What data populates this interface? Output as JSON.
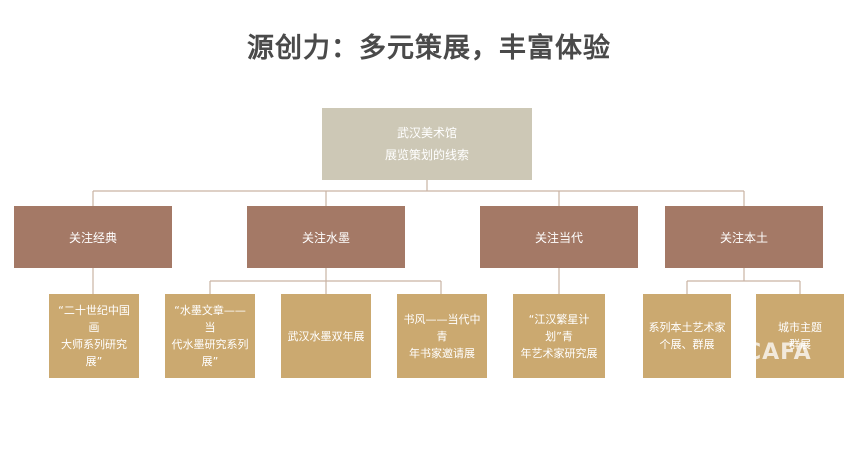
{
  "title": "源创力：多元策展，丰富体验",
  "root": {
    "line1": "武汉美术馆",
    "line2": "展览策划的线索"
  },
  "categories": [
    {
      "label": "关注经典"
    },
    {
      "label": "关注水墨"
    },
    {
      "label": "关注当代"
    },
    {
      "label": "关注本土"
    }
  ],
  "leaves": [
    {
      "line1": "“二十世纪中国画",
      "line2": "大师系列研究展”"
    },
    {
      "line1": "“水墨文章——当",
      "line2": "代水墨研究系列展”"
    },
    {
      "line1": "武汉水墨双年展",
      "line2": ""
    },
    {
      "line1": "书风——当代中青",
      "line2": "年书家邀请展"
    },
    {
      "line1": "“江汉繁星计划”青",
      "line2": "年艺术家研究展"
    },
    {
      "line1": "系列本土艺术家",
      "line2": "个展、群展"
    },
    {
      "line1": "城市主题",
      "line2": "群展"
    }
  ],
  "watermark": "CAFA",
  "colors": {
    "root": "#cdc8b6",
    "category": "#a47966",
    "leaf": "#cba970",
    "line": "#c9b3a4"
  }
}
